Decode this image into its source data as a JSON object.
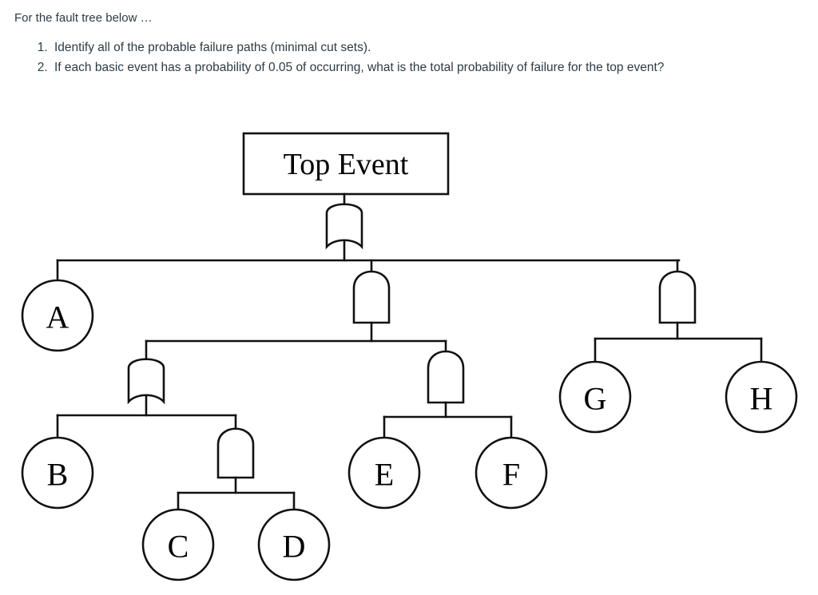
{
  "prompt": {
    "intro": "For the fault tree below …",
    "questions": [
      "Identify all of the probable failure paths (minimal cut sets).",
      "If each basic event has a probability of 0.05 of occurring, what is the total probability of failure for the top event?"
    ]
  },
  "diagram": {
    "title": "fault-tree",
    "top_event": {
      "label": "Top Event",
      "shape": "rectangle"
    },
    "gates": [
      {
        "id": "G0",
        "type": "OR",
        "parent": "top_event",
        "children": [
          "A",
          "G1",
          "G2"
        ]
      },
      {
        "id": "G1",
        "type": "AND",
        "parent": "G0",
        "children": [
          "G3",
          "G4"
        ]
      },
      {
        "id": "G2",
        "type": "AND",
        "parent": "G0",
        "children": [
          "G",
          "H"
        ]
      },
      {
        "id": "G3",
        "type": "OR",
        "parent": "G1",
        "children": [
          "B",
          "G5"
        ]
      },
      {
        "id": "G4",
        "type": "AND",
        "parent": "G1",
        "children": [
          "E",
          "F"
        ]
      },
      {
        "id": "G5",
        "type": "AND",
        "parent": "G3",
        "children": [
          "C",
          "D"
        ]
      }
    ],
    "basic_events": [
      {
        "id": "A",
        "label": "A",
        "shape": "circle"
      },
      {
        "id": "B",
        "label": "B",
        "shape": "circle"
      },
      {
        "id": "C",
        "label": "C",
        "shape": "circle"
      },
      {
        "id": "D",
        "label": "D",
        "shape": "circle"
      },
      {
        "id": "E",
        "label": "E",
        "shape": "circle"
      },
      {
        "id": "F",
        "label": "F",
        "shape": "circle"
      },
      {
        "id": "G",
        "label": "G",
        "shape": "circle"
      },
      {
        "id": "H",
        "label": "H",
        "shape": "circle"
      }
    ],
    "colors": {
      "stroke": "#111111",
      "fill": "#ffffff",
      "text": "#000000"
    }
  }
}
